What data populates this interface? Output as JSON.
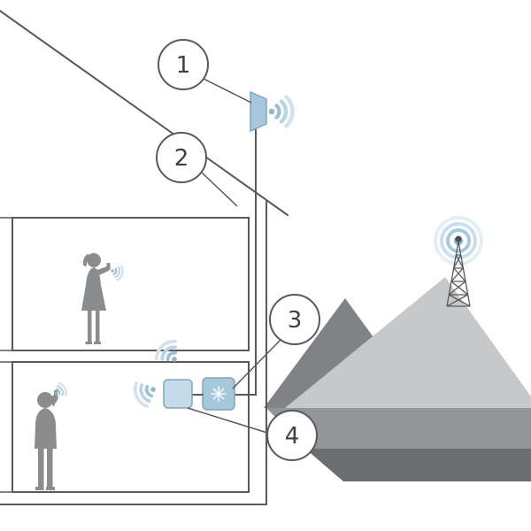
{
  "callouts": [
    {
      "label": "1",
      "points_to": "outdoor-antenna"
    },
    {
      "label": "2",
      "points_to": "coax-cable"
    },
    {
      "label": "3",
      "points_to": "signal-booster"
    },
    {
      "label": "4",
      "points_to": "indoor-antenna"
    }
  ],
  "icons": {
    "wifi_wave": "wifi-signal-arcs",
    "tower": "cell-tower",
    "burst": "booster-burst"
  },
  "colors": {
    "line": "#58595b",
    "device_fill": "#a7c8db",
    "device_fill_light": "#c6dbe8",
    "device_stroke": "#7ea6bd",
    "wave_core": "#8fb8d0",
    "person": "#8a8c8e",
    "mountain_dark": "#808285",
    "mountain_light": "#c7c8ca",
    "ridge_medium": "#939598",
    "ridge_dark": "#6d6e71",
    "tower_glow": "#74a9c9"
  }
}
